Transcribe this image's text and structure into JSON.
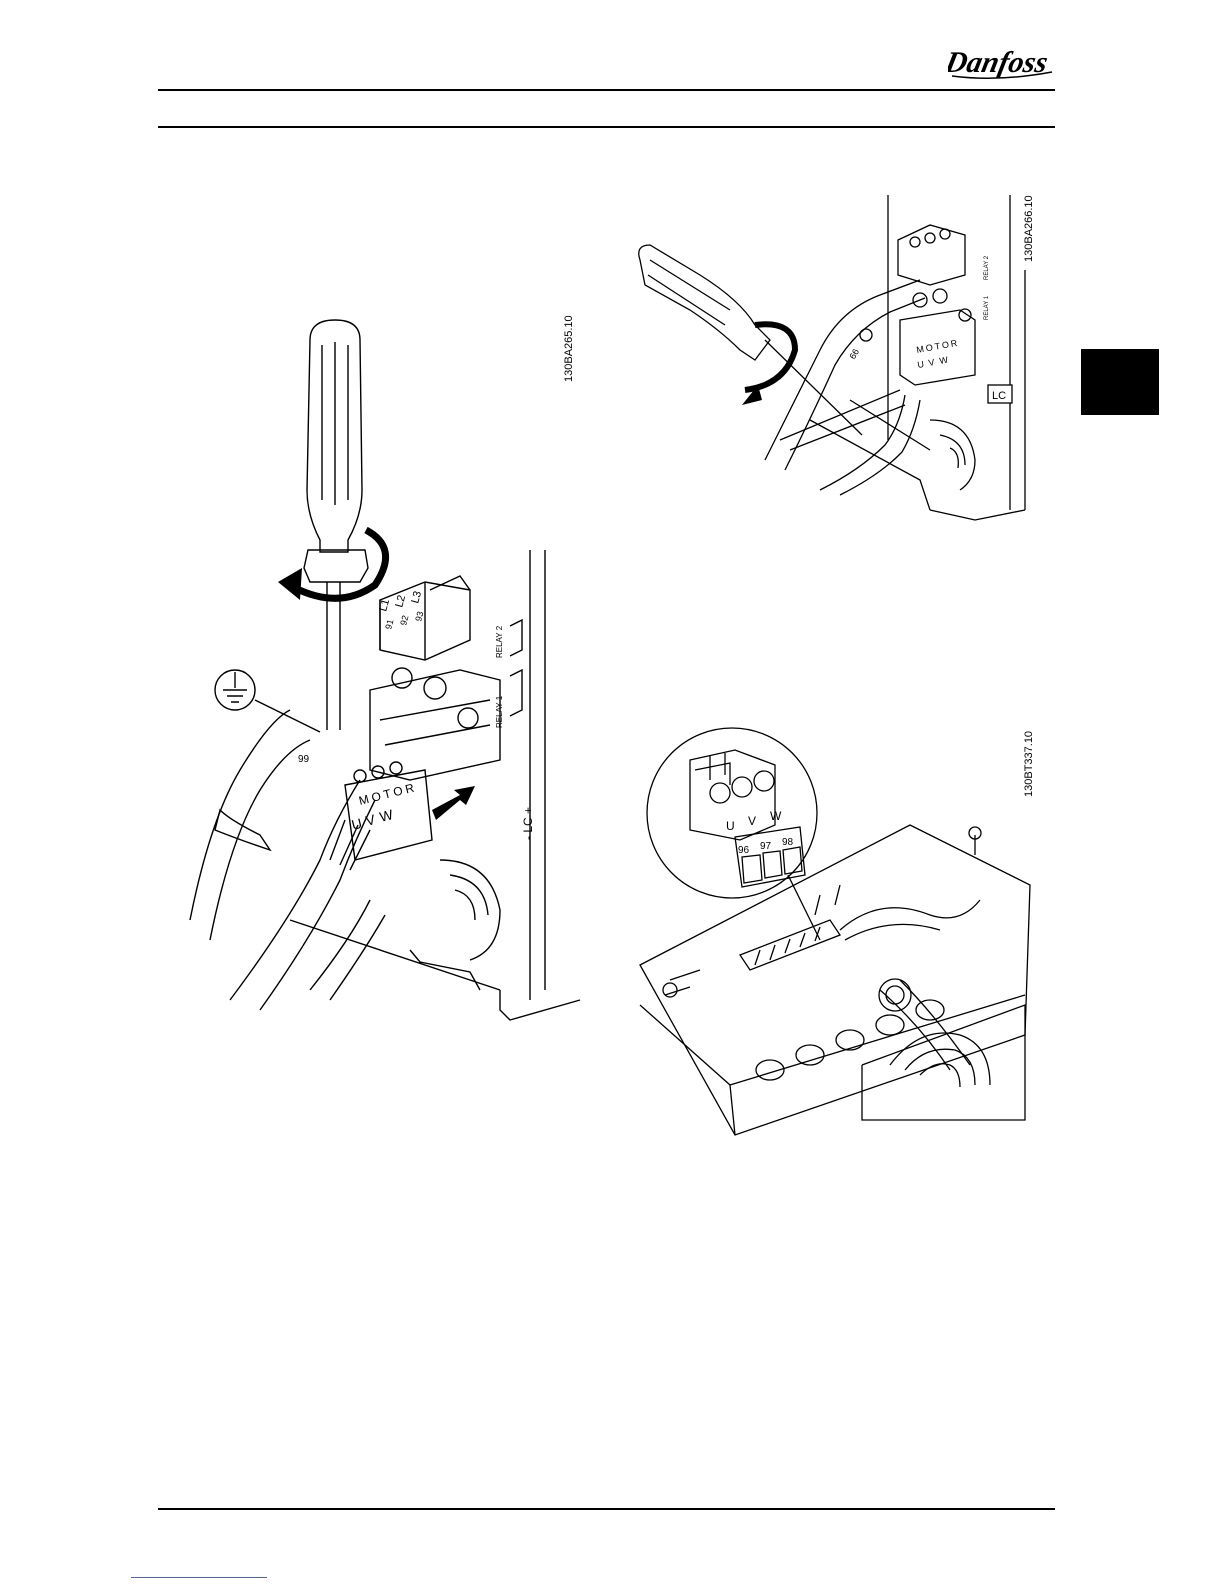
{
  "header": {
    "brand": "Danfoss"
  },
  "figures": {
    "fig1": {
      "code": "130BA265.10",
      "terminals_top": [
        "L1",
        "L2",
        "L3"
      ],
      "terminals_top_numbers": [
        "91",
        "92",
        "93"
      ],
      "ground_terminal": "99",
      "motor_label": "MOTOR",
      "motor_terminals": [
        "U",
        "V",
        "W"
      ],
      "relay1": "RELAY 1",
      "relay2": "RELAY 2",
      "lc_label": "- LC +"
    },
    "fig2": {
      "code": "130BA266.10",
      "ground_terminal": "99",
      "motor_label": "MOTOR",
      "motor_terminals": [
        "U",
        "V",
        "W"
      ],
      "relay1": "RELAY 1",
      "relay2": "RELAY 2",
      "lc_label": "LC"
    },
    "fig3": {
      "code": "130BT337.10",
      "motor_terminals": [
        "U",
        "V",
        "W"
      ],
      "terminal_numbers": [
        "96",
        "97",
        "98"
      ]
    }
  },
  "colors": {
    "ink": "#000000",
    "paper": "#ffffff",
    "link_underline": "#4a5fd0"
  }
}
